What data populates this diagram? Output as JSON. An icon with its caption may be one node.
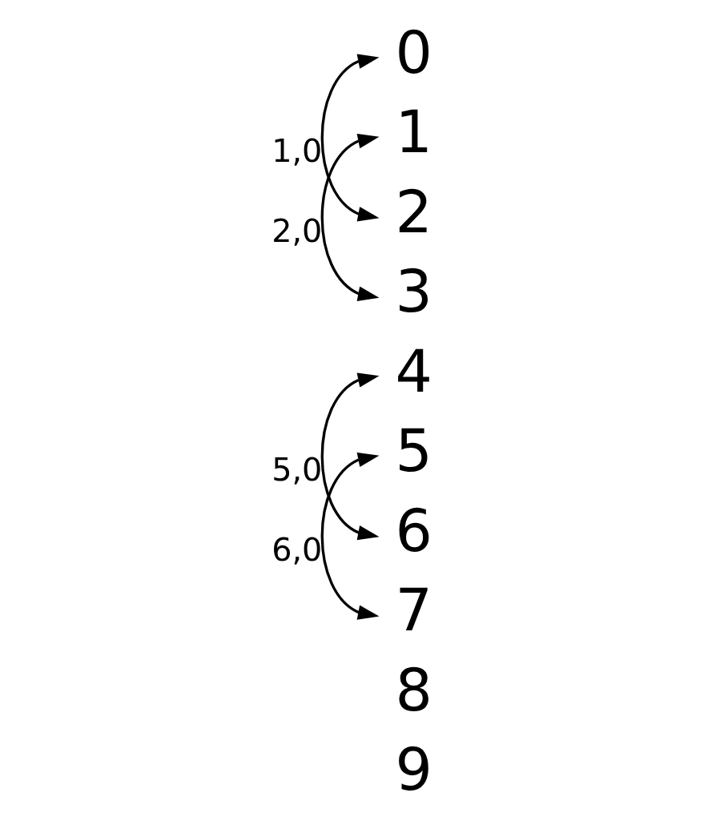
{
  "diagram": {
    "nodes": [
      {
        "text": [
          "0"
        ]
      },
      {
        "text": [
          "1"
        ]
      },
      {
        "text": [
          "2"
        ]
      },
      {
        "text": [
          "3"
        ]
      },
      {
        "text": [
          "4"
        ]
      },
      {
        "text": [
          "5"
        ]
      },
      {
        "text": [
          "6"
        ]
      },
      {
        "text": [
          "7"
        ]
      },
      {
        "text": [
          "8"
        ]
      },
      {
        "text": [
          "9"
        ]
      }
    ],
    "edges": [
      {
        "from": 0,
        "to": 2,
        "arrow": "both",
        "label": "1,0"
      },
      {
        "from": 1,
        "to": 3,
        "arrow": "both",
        "label": "2,0"
      },
      {
        "from": 4,
        "to": 6,
        "arrow": "both",
        "label": "5,0"
      },
      {
        "from": 5,
        "to": 7,
        "arrow": "both",
        "label": "6,0"
      }
    ]
  }
}
